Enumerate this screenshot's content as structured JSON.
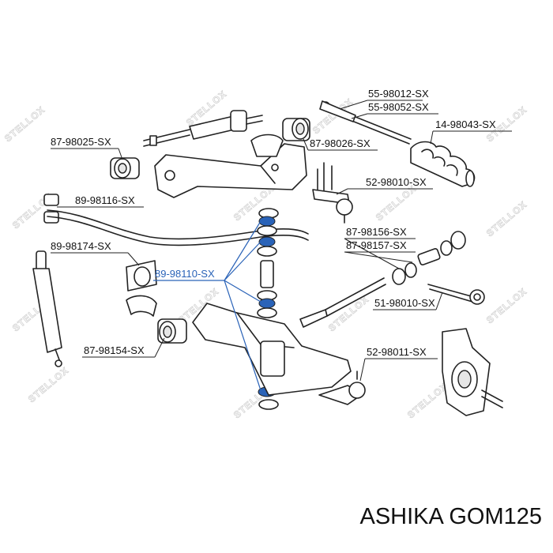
{
  "watermark": "STELLOX",
  "caption": "ASHIKA GOM125",
  "highlight_color": "#2a63b8",
  "part_labels": [
    {
      "id": "p1",
      "text": "55-98012-SX"
    },
    {
      "id": "p2",
      "text": "55-98052-SX"
    },
    {
      "id": "p3",
      "text": "14-98043-SX"
    },
    {
      "id": "p4",
      "text": "87-98025-SX"
    },
    {
      "id": "p5",
      "text": "87-98026-SX"
    },
    {
      "id": "p6",
      "text": "52-98010-SX"
    },
    {
      "id": "p7",
      "text": "89-98116-SX"
    },
    {
      "id": "p8",
      "text": "87-98156-SX"
    },
    {
      "id": "p9",
      "text": "87-98157-SX"
    },
    {
      "id": "p10",
      "text": "89-98174-SX"
    },
    {
      "id": "p11",
      "text": "89-98110-SX",
      "highlight": true
    },
    {
      "id": "p12",
      "text": "51-98010-SX"
    },
    {
      "id": "p13",
      "text": "87-98154-SX"
    },
    {
      "id": "p14",
      "text": "52-98011-SX"
    }
  ]
}
